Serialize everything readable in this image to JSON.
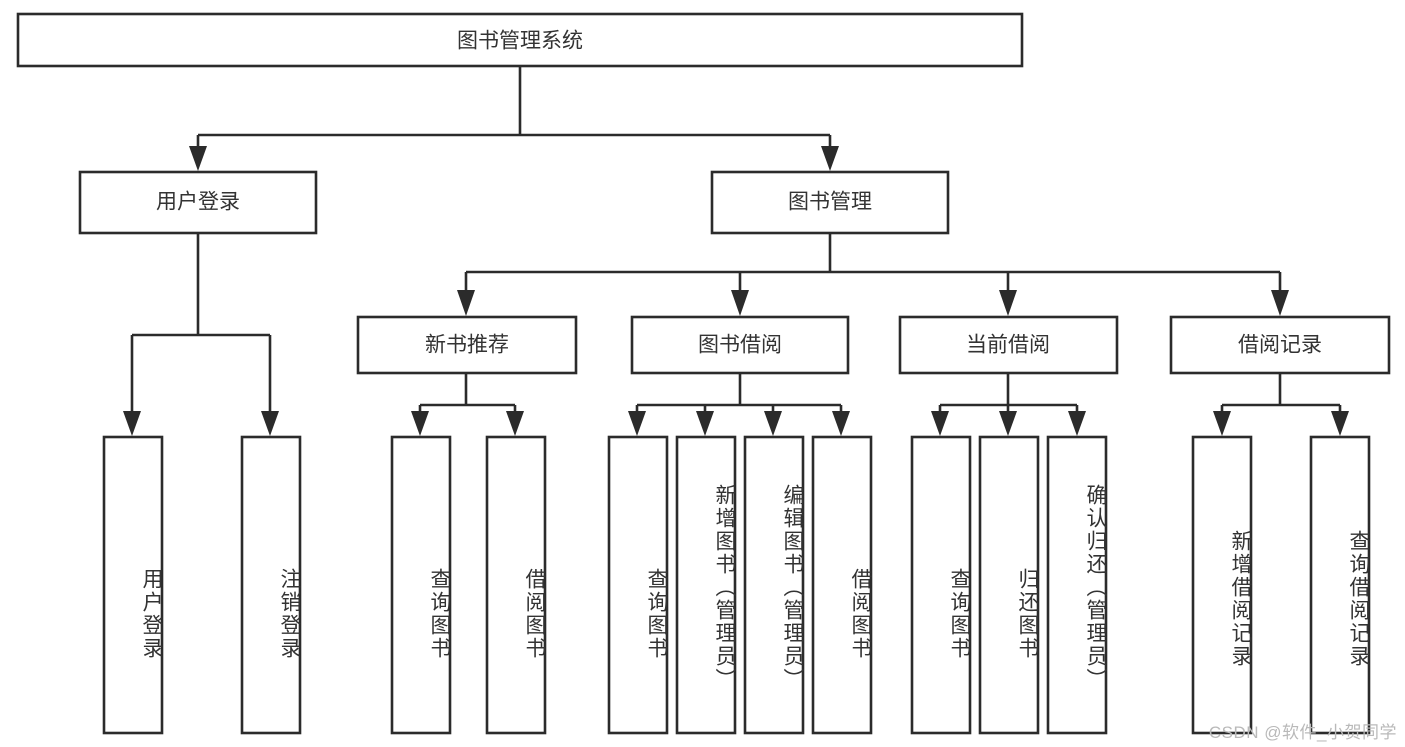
{
  "diagram": {
    "type": "tree",
    "title": "图书管理系统",
    "orientation": "top-down",
    "colors": {
      "background": "#ffffff",
      "box_border": "#2b2b2b",
      "box_fill": "#ffffff",
      "text": "#333333",
      "connector": "#2b2b2b",
      "watermark": "#b9b9b9"
    },
    "root": {
      "label": "图书管理系统"
    },
    "level2": [
      {
        "label": "用户登录"
      },
      {
        "label": "图书管理"
      }
    ],
    "level3": [
      {
        "label": "新书推荐"
      },
      {
        "label": "图书借阅"
      },
      {
        "label": "当前借阅"
      },
      {
        "label": "借阅记录"
      }
    ],
    "leaves": {
      "user_login": [
        {
          "label": "用户登录"
        },
        {
          "label": "注销登录"
        }
      ],
      "new_book_recommend": [
        {
          "label": "查询图书"
        },
        {
          "label": "借阅图书"
        }
      ],
      "book_borrow": [
        {
          "label": "查询图书"
        },
        {
          "label": "新增图书（管理员）"
        },
        {
          "label": "编辑图书（管理员）"
        },
        {
          "label": "借阅图书"
        }
      ],
      "current_borrow": [
        {
          "label": "查询图书"
        },
        {
          "label": "归还图书"
        },
        {
          "label": "确认归还（管理员）"
        }
      ],
      "borrow_record": [
        {
          "label": "新增借阅记录"
        },
        {
          "label": "查询借阅记录"
        }
      ]
    }
  },
  "watermark": {
    "text": "CSDN @软件_小贺同学"
  }
}
